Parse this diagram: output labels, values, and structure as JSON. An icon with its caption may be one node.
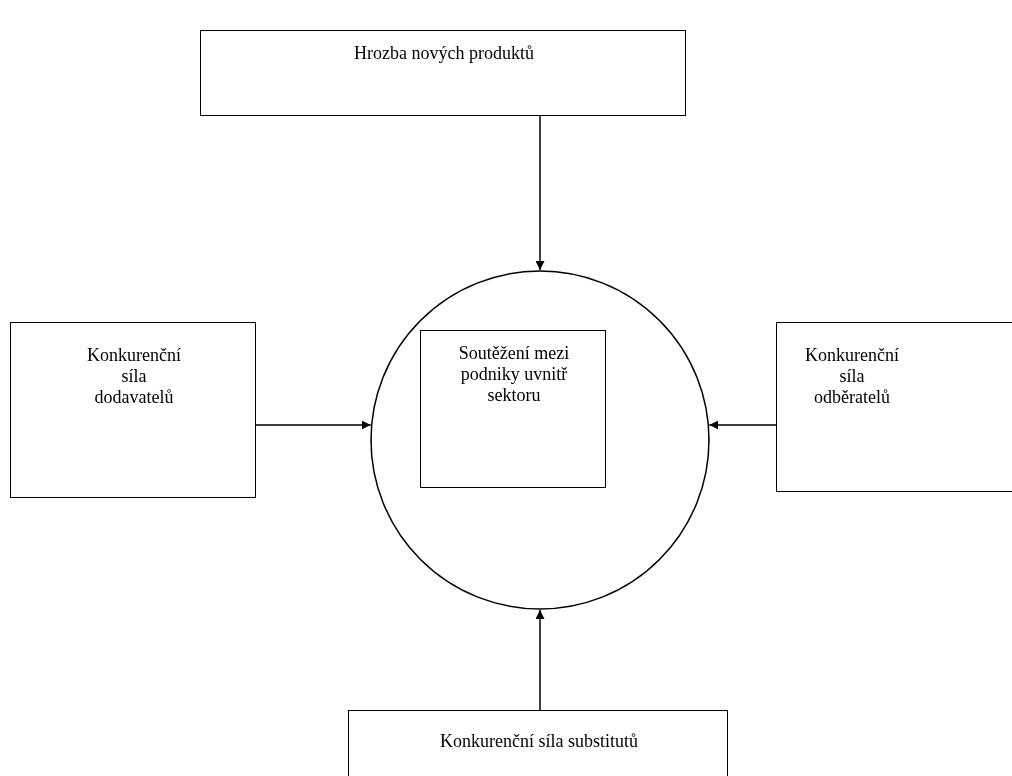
{
  "diagram": {
    "nodes": [
      {
        "text": [
          "Hrozba nových produktů"
        ]
      },
      {
        "text": [
          "Konkurenční síla dodavatelů"
        ]
      },
      {
        "text": [],
        "shape": "circle"
      },
      {
        "text": [
          "Soutěžení mezi podniky uvnitř sektoru"
        ],
        "in": 2
      },
      {
        "text": [
          "Konkurenční síla odběratelů"
        ]
      },
      {
        "text": [
          "Konkurenční síla substitutů"
        ]
      }
    ],
    "edges": [
      {
        "from": 0,
        "to": 2,
        "arrow": "to"
      },
      {
        "from": 1,
        "to": 2,
        "arrow": "to"
      },
      {
        "from": 4,
        "to": 2,
        "arrow": "to"
      },
      {
        "from": 5,
        "to": 2,
        "arrow": "to"
      }
    ]
  }
}
